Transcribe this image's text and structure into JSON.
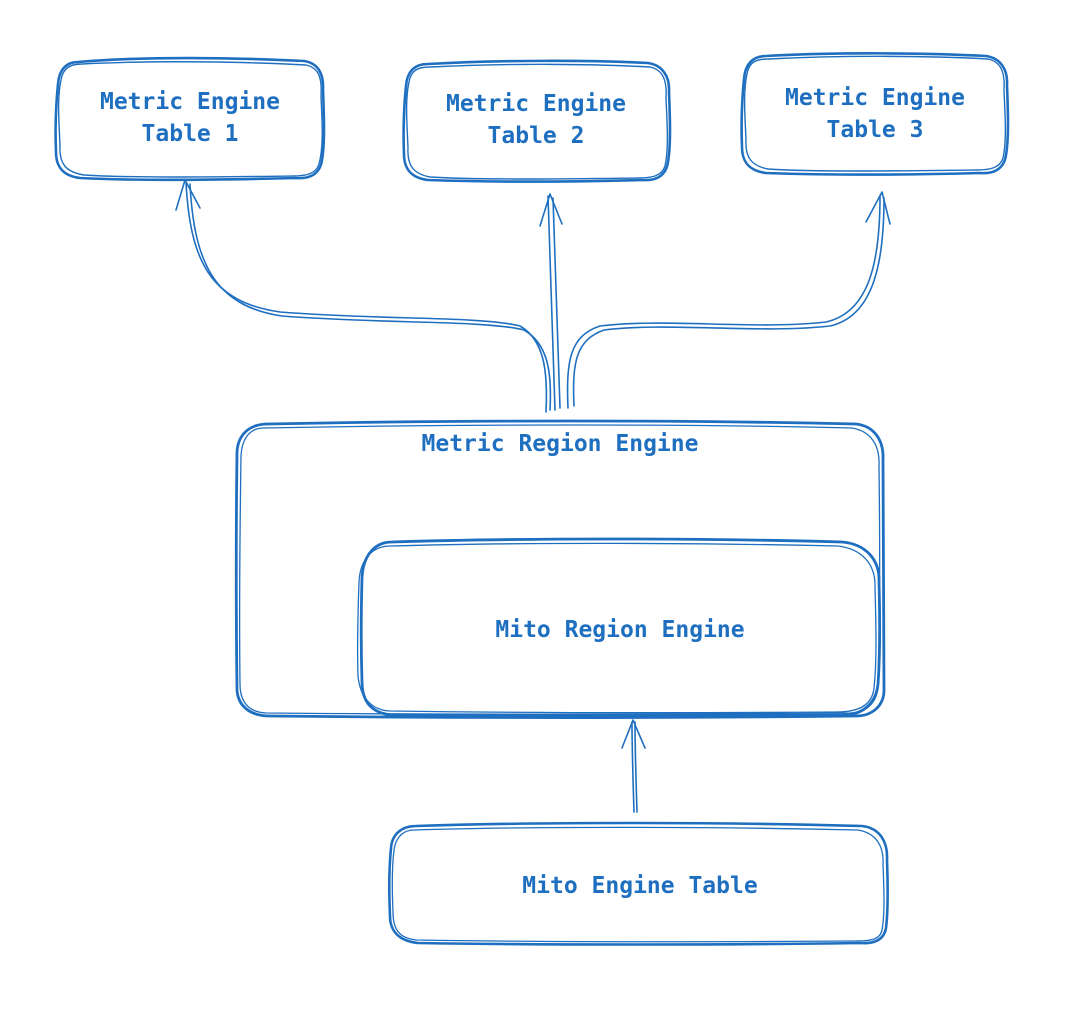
{
  "colors": {
    "stroke": "#1f6fc0",
    "text": "#1f6fc0",
    "background": "#ffffff"
  },
  "nodes": {
    "table1": {
      "label": "Metric Engine\nTable 1"
    },
    "table2": {
      "label": "Metric Engine\nTable 2"
    },
    "table3": {
      "label": "Metric Engine\nTable 3"
    },
    "metric_region_engine": {
      "label": "Metric Region Engine"
    },
    "mito_region_engine": {
      "label": "Mito Region Engine"
    },
    "mito_engine_table": {
      "label": "Mito Engine Table"
    }
  },
  "edges": [
    {
      "from": "metric_region_engine",
      "to": "table1"
    },
    {
      "from": "metric_region_engine",
      "to": "table2"
    },
    {
      "from": "metric_region_engine",
      "to": "table3"
    },
    {
      "from": "mito_engine_table",
      "to": "mito_region_engine"
    }
  ]
}
